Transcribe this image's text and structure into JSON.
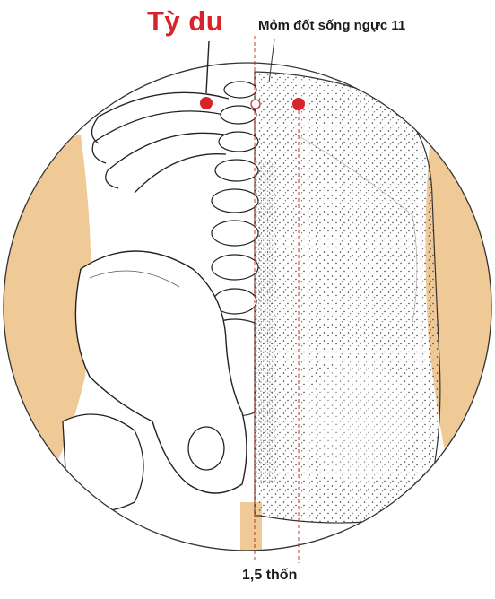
{
  "labels": {
    "point_name": "Tỳ du",
    "landmark": "Mỏm đốt sống ngực 11",
    "distance": "1,5 thốn"
  },
  "colors": {
    "point_red": "#d8232a",
    "skin_tan": "#efc996",
    "outline": "#222222",
    "guide_line": "#c0392b"
  }
}
